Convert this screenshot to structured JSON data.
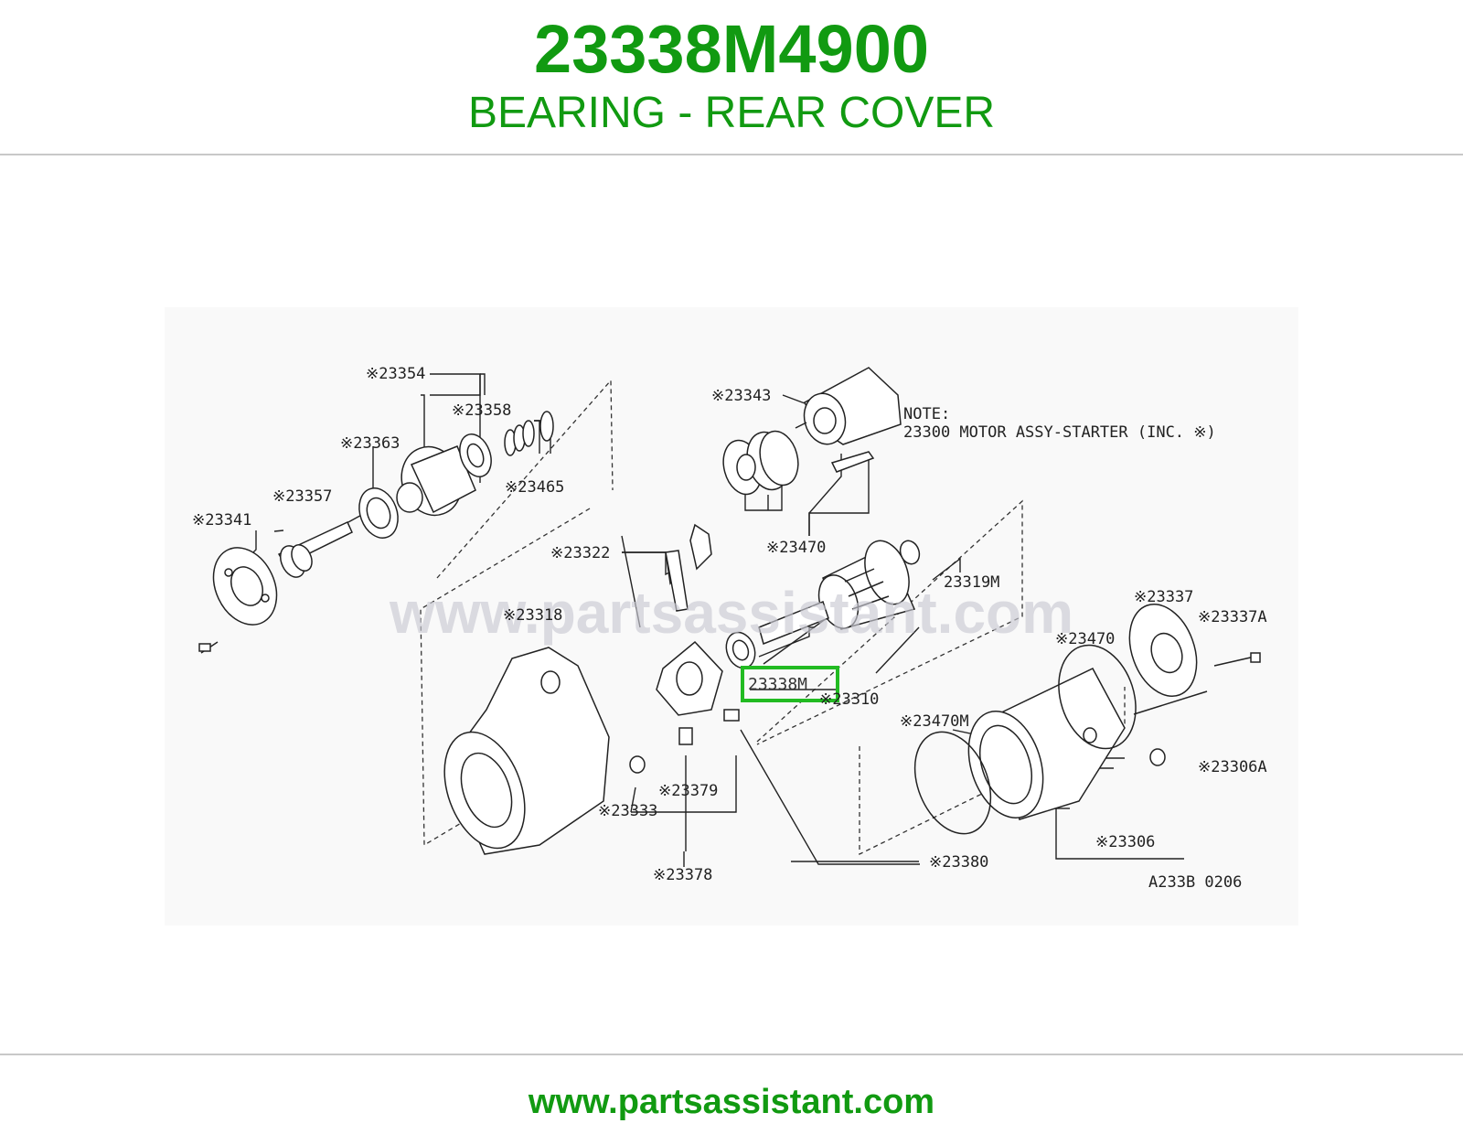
{
  "header": {
    "part_number": "23338M4900",
    "part_name": "BEARING - REAR COVER"
  },
  "diagram": {
    "watermark": "www.partsassistant.com",
    "highlight_color": "#22bb22",
    "note_title": "NOTE:",
    "note_text": "23300 MOTOR ASSY-STARTER (INC. ※)",
    "figure_code": "A233B 0206",
    "highlighted_part": "23338M",
    "callouts": {
      "c23354": "※23354",
      "c23358": "※23358",
      "c23363": "※23363",
      "c23465": "※23465",
      "c23357": "※23357",
      "c23341": "※23341",
      "c23343": "※23343",
      "c23322": "※23322",
      "c23470a": "※23470",
      "c23319m": "23319M",
      "c23318": "※23318",
      "c23337": "※23337",
      "c23337a": "※23337A",
      "c23470b": "※23470",
      "c23310": "※23310",
      "c23470m": "※23470M",
      "c23306a": "※23306A",
      "c23379": "※23379",
      "c23333": "※23333",
      "c23306": "※23306",
      "c23380": "※23380",
      "c23378": "※23378"
    }
  },
  "footer": {
    "url": "www.partsassistant.com"
  }
}
